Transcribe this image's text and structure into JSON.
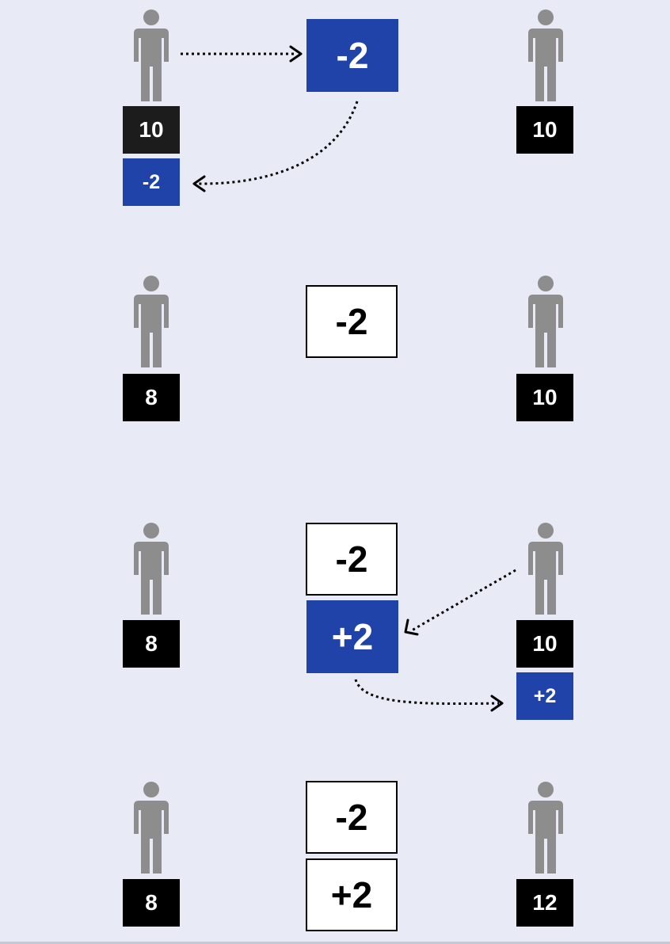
{
  "colors": {
    "background": "#e8ebf6",
    "person": "#8d8d8d",
    "balance_box": "#000000",
    "transaction_active": "#1f43a8",
    "transaction_settled": "#ffffff"
  },
  "steps": [
    {
      "left_balance": "10",
      "left_delta": "-2",
      "right_balance": "10",
      "transactions": [
        {
          "label": "-2",
          "state": "active"
        }
      ]
    },
    {
      "left_balance": "8",
      "right_balance": "10",
      "transactions": [
        {
          "label": "-2",
          "state": "settled"
        }
      ]
    },
    {
      "left_balance": "8",
      "right_balance": "10",
      "right_delta": "+2",
      "transactions": [
        {
          "label": "-2",
          "state": "settled"
        },
        {
          "label": "+2",
          "state": "active"
        }
      ]
    },
    {
      "left_balance": "8",
      "right_balance": "12",
      "transactions": [
        {
          "label": "-2",
          "state": "settled"
        },
        {
          "label": "+2",
          "state": "settled"
        }
      ]
    }
  ]
}
